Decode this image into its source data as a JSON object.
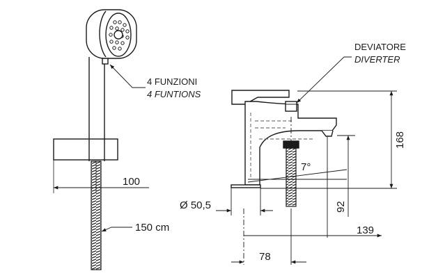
{
  "labels": {
    "functions_it": "4 FUNZIONI",
    "functions_en": "4 FUNTIONS",
    "diverter_it": "DEVIATORE",
    "diverter_en": "DIVERTER",
    "hose_length": "150 cm"
  },
  "dimensions": {
    "holder_width": "100",
    "base_diameter": "Ø 50,5",
    "angle": "7°",
    "height_total": "168",
    "spout_height": "92",
    "spout_reach": "139",
    "center_offset": "78"
  },
  "colors": {
    "line": "#1a1a1a",
    "hidden_line": "#555555"
  }
}
